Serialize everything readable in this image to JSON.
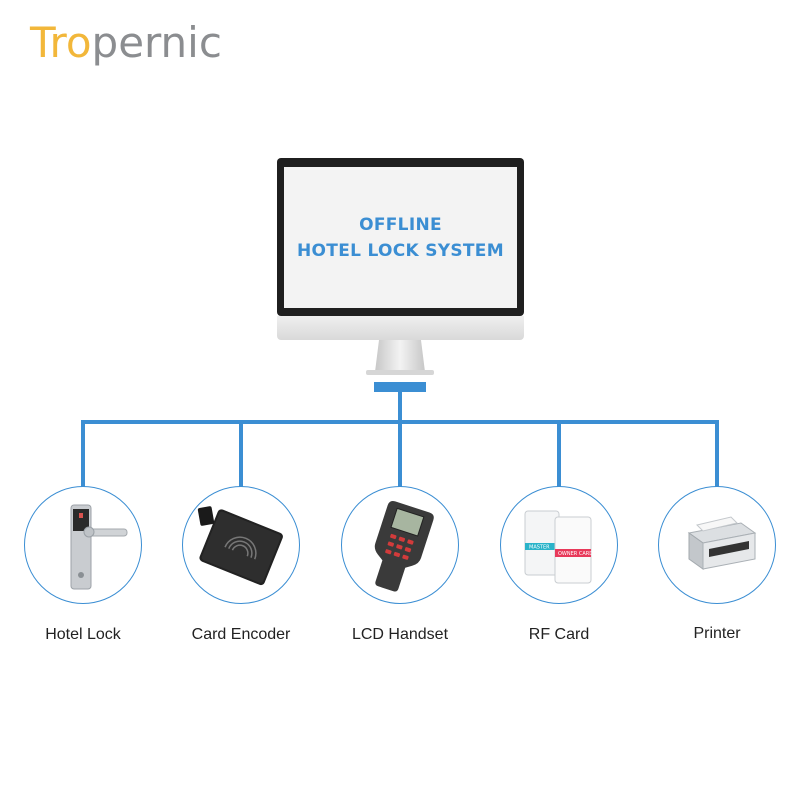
{
  "brand": {
    "logo_accent": "Tro",
    "logo_rest": "pernic",
    "accent_color": "#f2b73a",
    "text_color": "#8b8d90"
  },
  "monitor": {
    "line1": "OFFLINE",
    "line2": "HOTEL LOCK SYSTEM",
    "text_color": "#3b8ed3"
  },
  "connector_color": "#3b8ed3",
  "devices": [
    {
      "label": "Hotel Lock",
      "icon": "hotel-lock-icon"
    },
    {
      "label": "Card Encoder",
      "icon": "card-encoder-icon"
    },
    {
      "label": "LCD Handset",
      "icon": "lcd-handset-icon"
    },
    {
      "label": "RF Card",
      "icon": "rf-card-icon"
    },
    {
      "label": "Printer",
      "icon": "printer-icon"
    }
  ],
  "rf_card": {
    "card1_text": "MASTER",
    "card2_text": "OWNER CARD"
  }
}
